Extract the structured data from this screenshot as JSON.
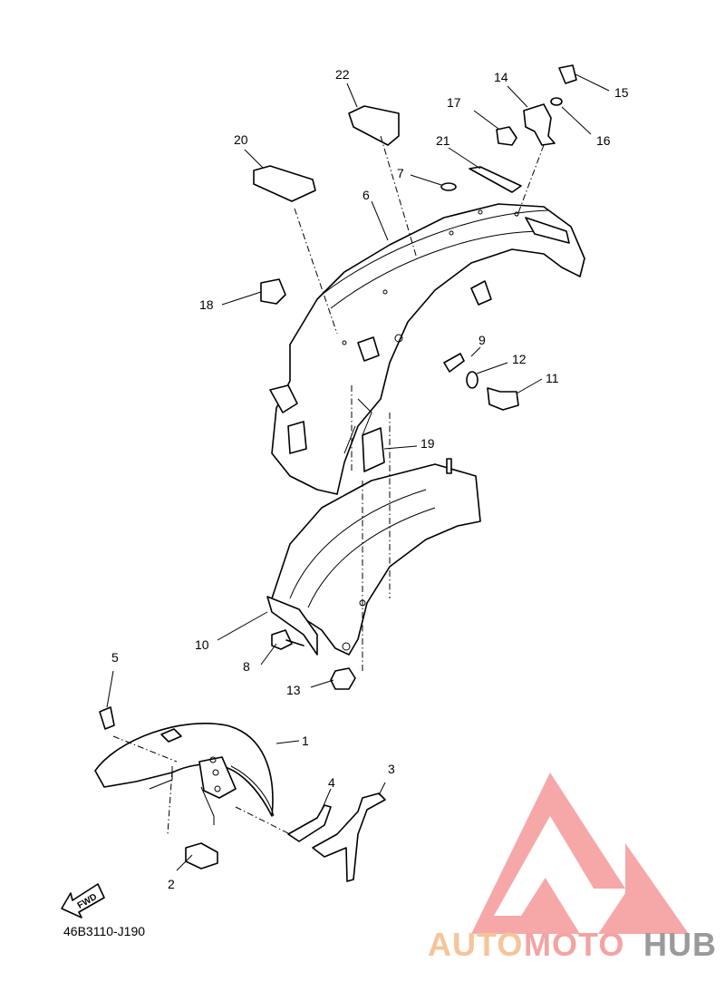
{
  "diagram_code": "46B3110-J190",
  "fwd_label": "FWD",
  "callouts": [
    {
      "id": "c1",
      "label": "1"
    },
    {
      "id": "c2",
      "label": "2"
    },
    {
      "id": "c3",
      "label": "3"
    },
    {
      "id": "c4",
      "label": "4"
    },
    {
      "id": "c5",
      "label": "5"
    },
    {
      "id": "c6",
      "label": "6"
    },
    {
      "id": "c7",
      "label": "7"
    },
    {
      "id": "c8",
      "label": "8"
    },
    {
      "id": "c9",
      "label": "9"
    },
    {
      "id": "c10",
      "label": "10"
    },
    {
      "id": "c11",
      "label": "11"
    },
    {
      "id": "c12",
      "label": "12"
    },
    {
      "id": "c13",
      "label": "13"
    },
    {
      "id": "c14",
      "label": "14"
    },
    {
      "id": "c15",
      "label": "15"
    },
    {
      "id": "c16",
      "label": "16"
    },
    {
      "id": "c17",
      "label": "17"
    },
    {
      "id": "c18",
      "label": "18"
    },
    {
      "id": "c19",
      "label": "19"
    },
    {
      "id": "c20",
      "label": "20"
    },
    {
      "id": "c21",
      "label": "21"
    },
    {
      "id": "c22",
      "label": "22"
    }
  ],
  "watermark": {
    "part1": "AUTO",
    "part2": "MOTO",
    "part3": "HUB",
    "colors": {
      "auto": "#f7c49a",
      "moto": "#f4a3a3",
      "hub": "#9a9a9a",
      "logo": "#f38b8b"
    }
  }
}
